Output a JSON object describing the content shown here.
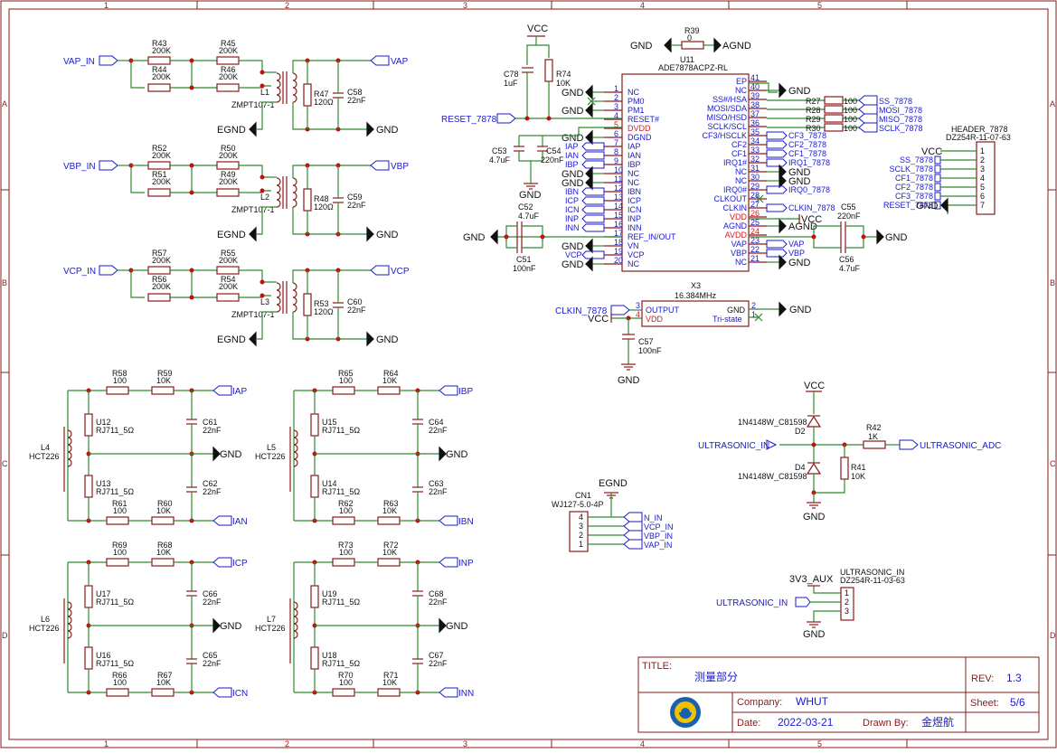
{
  "frame": {
    "columns": [
      "1",
      "2",
      "3",
      "4",
      "5"
    ],
    "rows": [
      "A",
      "B",
      "C",
      "D"
    ]
  },
  "title_block": {
    "title_label": "TITLE:",
    "title": "测量部分",
    "rev_label": "REV:",
    "rev": "1.3",
    "company_label": "Company:",
    "company": "WHUT",
    "sheet_label": "Sheet:",
    "sheet": "5/6",
    "date_label": "Date:",
    "date": "2022-03-21",
    "drawn_label": "Drawn By:",
    "drawn_by": "金煜航",
    "logo_icon": "university-seal-icon"
  },
  "voltage_channels": [
    {
      "input": "VAP_IN",
      "output": "VAP",
      "r_top_a": "R43",
      "r_top_b": "R45",
      "r_bot_a": "R44",
      "r_bot_b": "R46",
      "transformer": "L1",
      "r_load": "R47",
      "cap": "C58"
    },
    {
      "input": "VBP_IN",
      "output": "VBP",
      "r_top_a": "R52",
      "r_top_b": "R50",
      "r_bot_a": "R51",
      "r_bot_b": "R49",
      "transformer": "L2",
      "r_load": "R48",
      "cap": "C59"
    },
    {
      "input": "VCP_IN",
      "output": "VCP",
      "r_top_a": "R57",
      "r_top_b": "R55",
      "r_bot_a": "R56",
      "r_bot_b": "R54",
      "transformer": "L3",
      "r_load": "R53",
      "cap": "C60"
    }
  ],
  "voltage_common": {
    "r_value": "200K",
    "transformer_part": "ZMPT107-1",
    "r_load_value": "120Ω",
    "cap_value": "22nF",
    "egnd": "EGND",
    "gnd": "GND"
  },
  "current_channels": [
    {
      "pos": "IAP",
      "neg": "IAN",
      "r1": "R58",
      "r2": "R59",
      "r3": "R61",
      "r4": "R60",
      "u_top": "U12",
      "u_bot": "U13",
      "c_top": "C61",
      "c_bot": "C62",
      "coil": "L4"
    },
    {
      "pos": "IBP",
      "neg": "IBN",
      "r1": "R65",
      "r2": "R64",
      "r3": "R62",
      "r4": "R63",
      "u_top": "U15",
      "u_bot": "U14",
      "c_top": "C64",
      "c_bot": "C63",
      "coil": "L5"
    },
    {
      "pos": "ICP",
      "neg": "ICN",
      "r1": "R69",
      "r2": "R68",
      "r3": "R66",
      "r4": "R67",
      "u_top": "U17",
      "u_bot": "U16",
      "c_top": "C66",
      "c_bot": "C65",
      "coil": "L6"
    },
    {
      "pos": "INP",
      "neg": "INN",
      "r1": "R73",
      "r2": "R72",
      "r3": "R70",
      "r4": "R71",
      "u_top": "U19",
      "u_bot": "U18",
      "c_top": "C68",
      "c_bot": "C67",
      "coil": "L7"
    }
  ],
  "current_common": {
    "r100": "100",
    "r10k": "10K",
    "tvs": "RJ711_5Ω",
    "cap": "22nF",
    "coil_part": "HCT226",
    "gnd": "GND"
  },
  "ic": {
    "ref": "U11",
    "part": "ADE7878ACPZ-RL",
    "left_pins": [
      {
        "n": "1",
        "name": "NC",
        "net": "GND"
      },
      {
        "n": "2",
        "name": "PM0",
        "net": ""
      },
      {
        "n": "3",
        "name": "PM1",
        "net": "GND"
      },
      {
        "n": "4",
        "name": "RESET#",
        "net": ""
      },
      {
        "n": "5",
        "name": "DVDD",
        "net": ""
      },
      {
        "n": "6",
        "name": "DGND",
        "net": "GND"
      },
      {
        "n": "7",
        "name": "IAP",
        "net": "IAP"
      },
      {
        "n": "8",
        "name": "IAN",
        "net": "IAN"
      },
      {
        "n": "9",
        "name": "IBP",
        "net": "IBP"
      },
      {
        "n": "10",
        "name": "NC",
        "net": "GND"
      },
      {
        "n": "11",
        "name": "NC",
        "net": "GND"
      },
      {
        "n": "12",
        "name": "IBN",
        "net": "IBN"
      },
      {
        "n": "13",
        "name": "ICP",
        "net": "ICP"
      },
      {
        "n": "14",
        "name": "ICN",
        "net": "ICN"
      },
      {
        "n": "15",
        "name": "INP",
        "net": "INP"
      },
      {
        "n": "16",
        "name": "INN",
        "net": "INN"
      },
      {
        "n": "17",
        "name": "REF_IN/OUT",
        "net": ""
      },
      {
        "n": "18",
        "name": "VN",
        "net": "GND"
      },
      {
        "n": "19",
        "name": "VCP",
        "net": "VCP"
      },
      {
        "n": "20",
        "name": "NC",
        "net": "GND"
      }
    ],
    "right_pins": [
      {
        "n": "41",
        "name": "EP",
        "net": ""
      },
      {
        "n": "40",
        "name": "NC",
        "net": "GND"
      },
      {
        "n": "39",
        "name": "SS#/HSA",
        "net": ""
      },
      {
        "n": "38",
        "name": "MOSI/SDA",
        "net": ""
      },
      {
        "n": "37",
        "name": "MISO/HSD",
        "net": ""
      },
      {
        "n": "36",
        "name": "SCLK/SCL",
        "net": ""
      },
      {
        "n": "35",
        "name": "CF3/HSCLK",
        "net": "CF3_7878"
      },
      {
        "n": "34",
        "name": "CF2",
        "net": "CF2_7878"
      },
      {
        "n": "33",
        "name": "CF1",
        "net": "CF1_7878"
      },
      {
        "n": "32",
        "name": "IRQ1#",
        "net": "IRQ1_7878"
      },
      {
        "n": "31",
        "name": "NC",
        "net": "GND"
      },
      {
        "n": "30",
        "name": "NC",
        "net": "GND"
      },
      {
        "n": "29",
        "name": "IRQ0#",
        "net": "IRQ0_7878"
      },
      {
        "n": "28",
        "name": "CLKOUT",
        "net": ""
      },
      {
        "n": "27",
        "name": "CLKIN",
        "net": "CLKIN_7878"
      },
      {
        "n": "26",
        "name": "VDD",
        "net": "VCC"
      },
      {
        "n": "25",
        "name": "AGND",
        "net": "AGND"
      },
      {
        "n": "24",
        "name": "AVDD",
        "net": ""
      },
      {
        "n": "23",
        "name": "VAP",
        "net": "VAP"
      },
      {
        "n": "22",
        "name": "VBP",
        "net": "VBP"
      },
      {
        "n": "21",
        "name": "NC",
        "net": "GND"
      }
    ]
  },
  "ic_periphery": {
    "vcc": "VCC",
    "gnd": "GND",
    "agnd": "AGND",
    "r39": "R39",
    "r39_val": "0",
    "c78": "C78",
    "c78_val": "1uF",
    "r74": "R74",
    "r74_val": "10K",
    "reset_net": "RESET_7878",
    "c53": "C53",
    "c53_val": "4.7uF",
    "c54": "C54",
    "c54_val": "220nF",
    "c52": "C52",
    "c52_val": "4.7uF",
    "c51": "C51",
    "c51_val": "100nF",
    "c55": "C55",
    "c55_val": "220nF",
    "c56": "C56",
    "c56_val": "4.7uF",
    "spi_res": [
      {
        "ref": "R27",
        "val": "100",
        "net": "SS_7878"
      },
      {
        "ref": "R28",
        "val": "100",
        "net": "MOSI_7878"
      },
      {
        "ref": "R29",
        "val": "100",
        "net": "MISO_7878"
      },
      {
        "ref": "R30",
        "val": "100",
        "net": "SCLK_7878"
      }
    ]
  },
  "oscillator": {
    "ref": "X3",
    "freq": "16.384MHz",
    "pin3": "3",
    "pin4": "4",
    "pin2": "2",
    "pin1": "1",
    "out": "OUTPUT",
    "vdd": "VDD",
    "gnd_pin": "GND",
    "tri": "Tri-state",
    "clk_net": "CLKIN_7878",
    "vcc": "VCC",
    "cap": "C57",
    "cap_val": "100nF",
    "gnd": "GND"
  },
  "header": {
    "ref": "HEADER_7878",
    "part": "DZ254R-11-07-63",
    "pins": [
      {
        "n": "1",
        "net": "VCC"
      },
      {
        "n": "2",
        "net": "SS_7878"
      },
      {
        "n": "3",
        "net": "SCLK_7878"
      },
      {
        "n": "4",
        "net": "CF1_7878"
      },
      {
        "n": "5",
        "net": "CF2_7878"
      },
      {
        "n": "6",
        "net": "CF3_7878"
      },
      {
        "n": "7",
        "net": "RESET_7878"
      }
    ],
    "gnd": "GND"
  },
  "connector_cn1": {
    "ref": "CN1",
    "part": "WJ127-5.0-4P",
    "egnd": "EGND",
    "pins": [
      {
        "n": "4",
        "net": "N_IN"
      },
      {
        "n": "3",
        "net": "VCP_IN"
      },
      {
        "n": "2",
        "net": "VBP_IN"
      },
      {
        "n": "1",
        "net": "VAP_IN"
      }
    ]
  },
  "ultrasonic": {
    "vcc": "VCC",
    "d2": "D2",
    "d4": "D4",
    "diode": "1N4148W_C81598",
    "input": "ULTRASONIC_IN",
    "r42": "R42",
    "r42_val": "1K",
    "r41": "R41",
    "r41_val": "10K",
    "adc": "ULTRASONIC_ADC",
    "gnd": "GND"
  },
  "ultrasonic_header": {
    "ref": "ULTRASONIC_IN",
    "part": "DZ254R-11-03-63",
    "pwr": "3V3_AUX",
    "input": "ULTRASONIC_IN",
    "pins": [
      "1",
      "2",
      "3"
    ],
    "gnd": "GND"
  }
}
